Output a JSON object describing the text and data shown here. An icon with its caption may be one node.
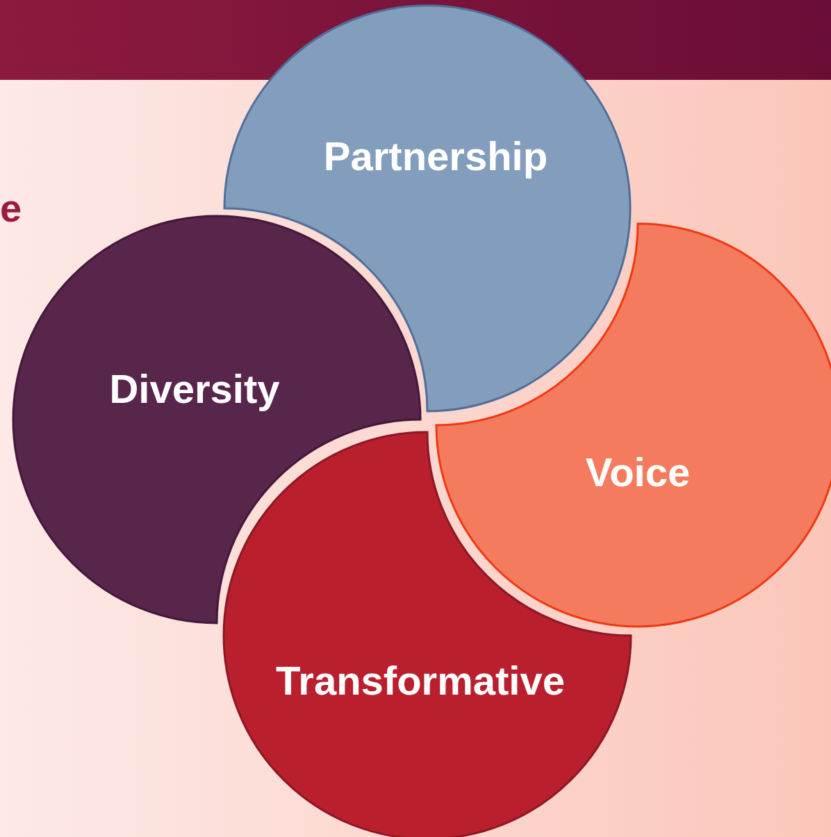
{
  "diagram": {
    "nodes": [
      {
        "text": [
          "Partnership"
        ]
      },
      {
        "text": [
          "Diversity"
        ]
      },
      {
        "text": [
          "Voice"
        ]
      },
      {
        "text": [
          "Transformative"
        ]
      }
    ],
    "labels": [
      "e"
    ]
  }
}
